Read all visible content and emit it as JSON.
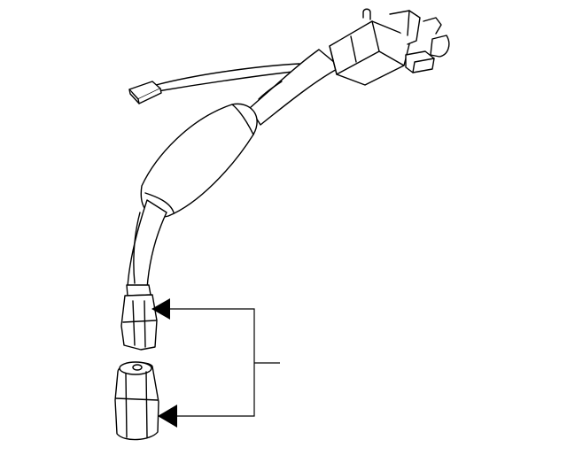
{
  "diagram": {
    "style": "parts-illustration",
    "background_color": "#ffffff",
    "line_color": "#000000",
    "callout": {
      "targets": [
        "upper-terminal",
        "lower-terminal"
      ],
      "label": ""
    }
  }
}
